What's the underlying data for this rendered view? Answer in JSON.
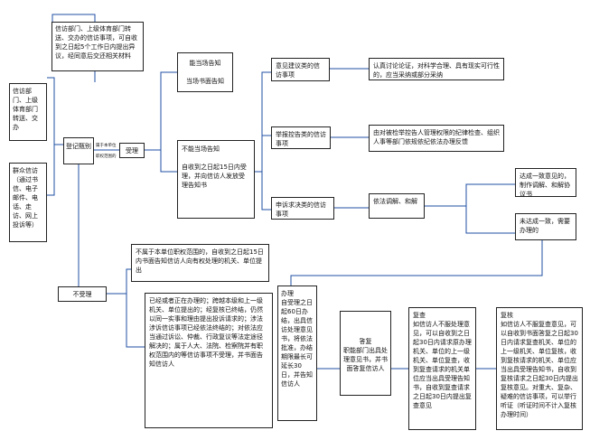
{
  "nodes": {
    "source_transfer": "信访部门、上级体育部门转送、交办的信访事项，可自收到之日起5个工作日内提出异议，经同意后交还相关材料",
    "source_dept": "信访部门、上级体育部门转送、交办",
    "source_public": "群众信访（通过书信、电子邮件、电话、走访、网上投诉等）",
    "register": "登记甄别",
    "accept": "受理",
    "accept_note_1": "属于本单位",
    "accept_note_2": "职权范围的",
    "onsite": "能当场告知\n\n当场书面告知",
    "not_onsite": "不能当场告知\n\n自收到之日起15日内受理，并向信访人发放受理告知书",
    "suggestion": "意见建议类的信访事项",
    "suggestion_result": "认真讨论论证，对科学合理、具有现实可行性的，应当采纳或部分采纳",
    "report": "举报控告类的信访事项",
    "report_result": "由对被检举控告人管理权限的纪律检查、组织人事等部门依规依纪依法办理反馈",
    "appeal": "申诉求决类的信访事项",
    "mediation": "依法调解、和解",
    "agreement": "达成一致意见的，制作调解、和解协议书",
    "no_agreement": "未达成一致，需要办理的",
    "not_accept": "不受理",
    "not_accept_case1": "不属于本单位职权范围的，自收到之日起15日内书面告知信访人向有权处理的机关、单位提出",
    "not_accept_case2": "已经或者正在办理的；跨越本级和上一级机关、单位提出的；经复核已终结，仍然以同一实事和理由提出投诉请求的；涉法涉诉信访事项已经依法终结的；对依法应当通过诉讼、仲裁、行政复议等法定途径解决的；属于人大、法院、检察院并有职权范围内的等信访事项不受理，并书面告知信访人",
    "handle": "办理\n自受理之日起60日办结，出具信访处理意见书，将依法批准，办结期限最长可延长30日，并告知信访人",
    "reply": "答复\n职能部门出具处理意见书，并书面答复信访人",
    "review": "复查\n如信访人不服处理意见，可以自收到之日起30日内请求原办理机关、单位的上一级机关、单位复查，收到复查请求的机关单位应当出具受理告知书，自收到复查请求之日起30日内提出复查意见",
    "recheck": "复核\n如信访人不服复查意见，可以自收到书面答复之日起30日内请求复查机关、单位的上一级机关、单位复核，收到复核请求的机关、单位应当出具受理告知书，自收到复核请求之日起30日内提出复核意见。对重大、复杂、疑难的信访事项，可以举行听证（听证时间不计入复核办理时间）"
  }
}
